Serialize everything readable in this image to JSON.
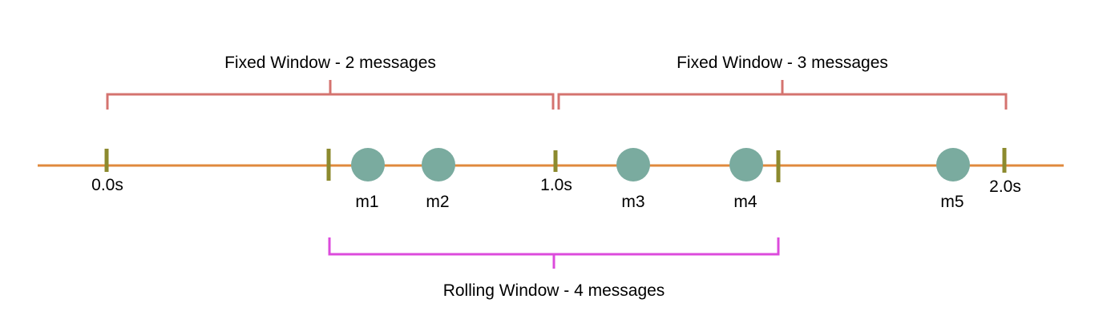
{
  "timeline": {
    "line_color": "#E0893D",
    "tick_color": "#8C8A2E",
    "ticks": [
      {
        "label": "0.0s"
      },
      {
        "label": ""
      },
      {
        "label": "1.0s"
      },
      {
        "label": ""
      },
      {
        "label": "2.0s"
      }
    ]
  },
  "messages": {
    "color": "#7AAB9F",
    "items": [
      {
        "label": "m1"
      },
      {
        "label": "m2"
      },
      {
        "label": "m3"
      },
      {
        "label": "m4"
      },
      {
        "label": "m5"
      }
    ]
  },
  "fixed_windows": {
    "color": "#D4736F",
    "items": [
      {
        "label": "Fixed Window - 2 messages"
      },
      {
        "label": "Fixed Window - 3 messages"
      }
    ]
  },
  "rolling_window": {
    "color": "#DC4BDC",
    "label": "Rolling Window - 4 messages"
  }
}
